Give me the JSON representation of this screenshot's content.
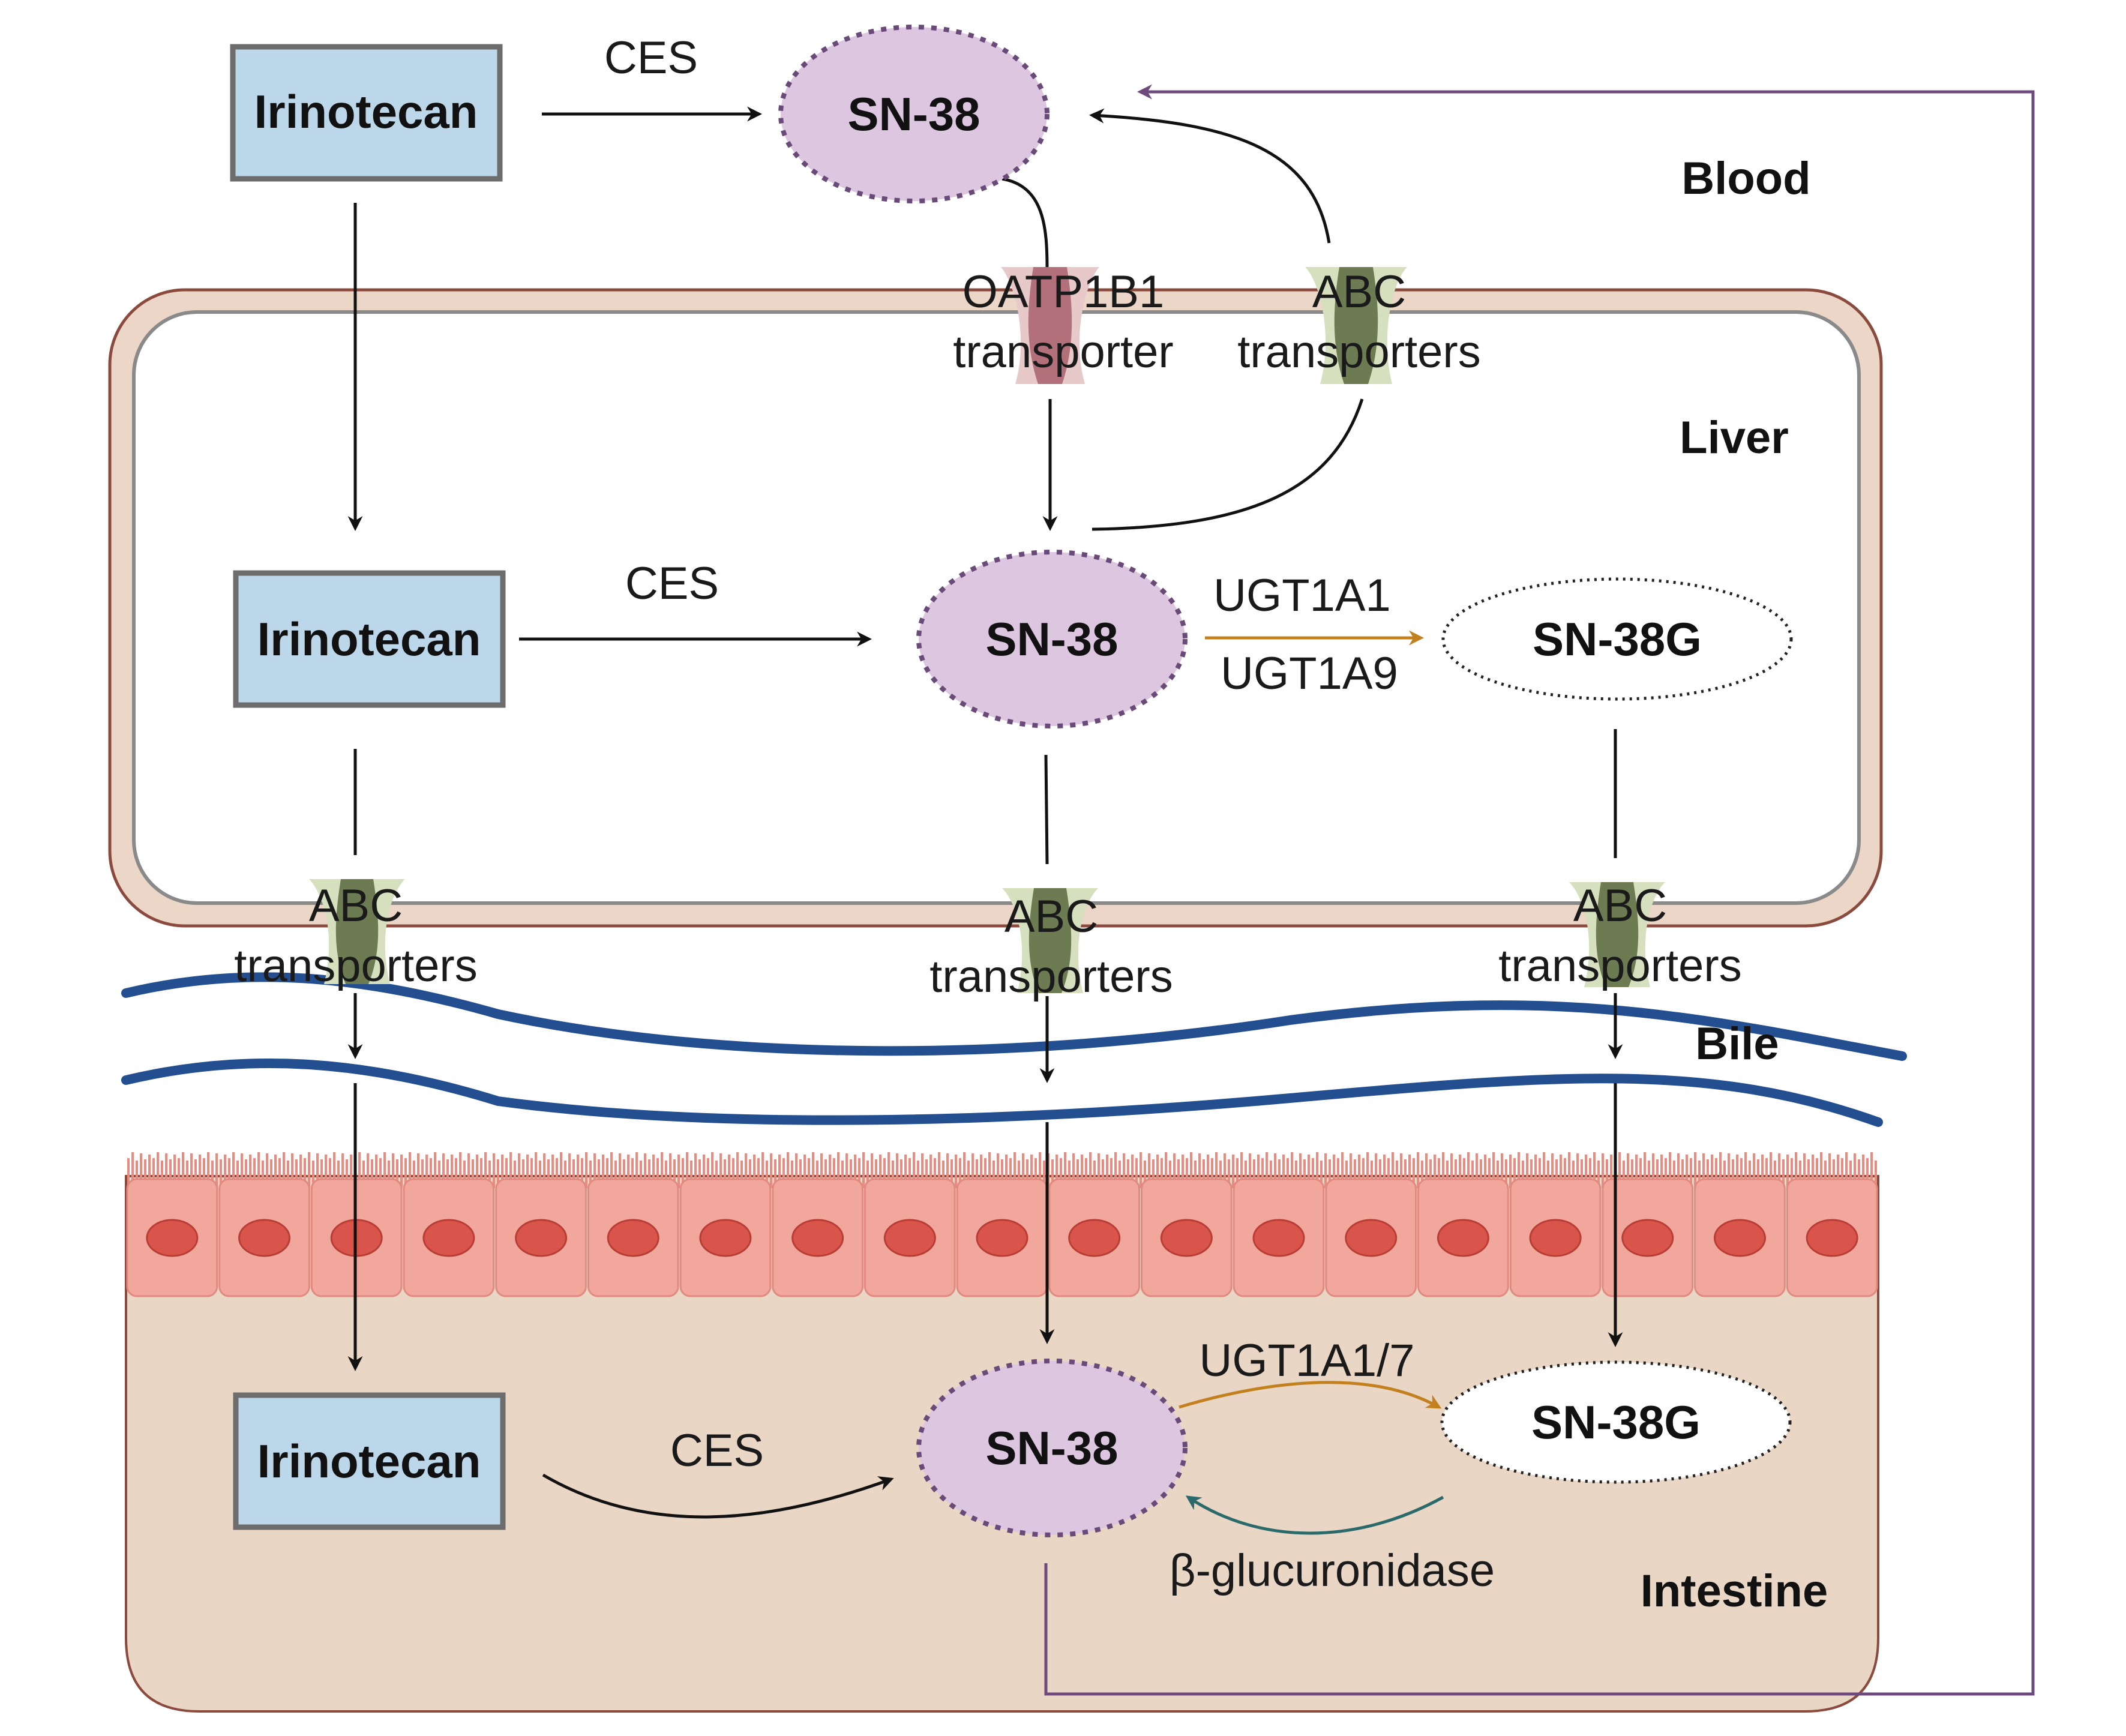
{
  "regions": {
    "blood": "Blood",
    "liver": "Liver",
    "bile": "Bile",
    "intestine": "Intestine"
  },
  "blood": {
    "irinotecan": "Irinotecan",
    "sn38": "SN-38",
    "enzyme": "CES"
  },
  "liver": {
    "irinotecan": "Irinotecan",
    "sn38": "SN-38",
    "sn38g": "SN-38G",
    "enzyme_ces": "CES",
    "enzyme_ugt1": "UGT1A1",
    "enzyme_ugt2": "UGT1A9"
  },
  "transporters": {
    "oatp_line1": "OATP1B1",
    "oatp_line2": "transporter",
    "abc_line1": "ABC",
    "abc_line2": "transporters"
  },
  "intestine": {
    "irinotecan": "Irinotecan",
    "sn38": "SN-38",
    "sn38g": "SN-38G",
    "enzyme_ces": "CES",
    "enzyme_ugt": "UGT1A1/7",
    "enzyme_glucuronidase": "β-glucuronidase"
  },
  "colors": {
    "irinotecan_box": "#bcd6ea",
    "box_border": "#6d6d6d",
    "sn38_fill": "#dcc6e0",
    "sn38_border": "#6a4a78",
    "cell_membrane": "#ecd6c7",
    "bile_line": "#234e8f",
    "intestine_fill": "#ead6c4",
    "epithelium": "#f1a79c",
    "nucleus": "#d9544a",
    "ugt_arrow": "#c2801e",
    "glucuronidase_arrow": "#2b6a6a",
    "recirculation": "#6e4a7e",
    "abc_transporter": "#c9d5a6",
    "oatp_transporter": "#c48a8e"
  }
}
